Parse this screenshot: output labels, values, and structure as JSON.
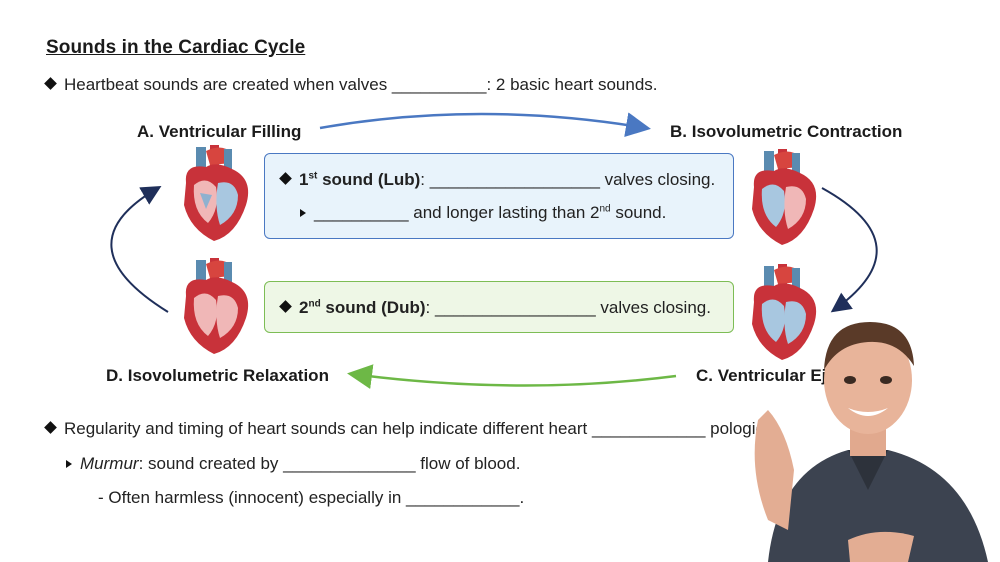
{
  "title": "Sounds in the Cardiac Cycle",
  "intro": {
    "text": "Heartbeat sounds are created when valves __________: 2 basic heart sounds."
  },
  "stages": {
    "a": "A. Ventricular Filling",
    "b": "B. Isovolumetric Contraction",
    "c": "C. Ventricular Ejec",
    "d": "D. Isovolumetric Relaxation"
  },
  "first_sound": {
    "number": "1",
    "suffix": "st",
    "label": " sound (Lub)",
    "rest": ": __________________ valves closing.",
    "sub_blank": "__________",
    "sub_mid": " and longer lasting than 2",
    "sub_suffix": "nd",
    "sub_end": " sound."
  },
  "second_sound": {
    "number": "2",
    "suffix": "nd",
    "label": " sound (Dub)",
    "rest": ": _________________ valves closing."
  },
  "regularity": {
    "before": "Regularity and timing of heart sounds can help indicate different heart ____________ p",
    "after": "ologies."
  },
  "murmur": {
    "term": "Murmur",
    "text": ": sound created by ______________ flow of blood."
  },
  "harmless": {
    "text": "- Often harmless (innocent) especially in ____________."
  },
  "colors": {
    "blue_arrow": "#4a78c2",
    "green_arrow": "#6db846",
    "navy_arrow": "#1f2f5a"
  }
}
